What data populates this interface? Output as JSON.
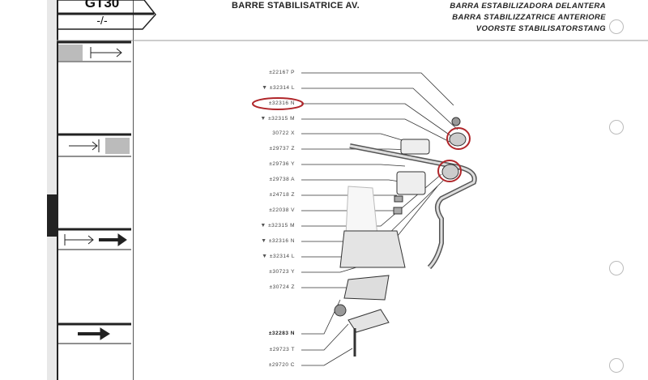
{
  "header": {
    "model": "GT30",
    "sheet": "-/-",
    "title_fr": "BARRE STABILISATRICE AV.",
    "title_es": "BARRA ESTABILIZADORA DELANTERA",
    "title_it": "BARRA STABILIZZATRICE ANTERIORE",
    "title_nl": "VOORSTE STABILISATORSTANG"
  },
  "parts": [
    {
      "ref": "±22167",
      "code": "P",
      "marker": ""
    },
    {
      "ref": "±32314",
      "code": "L",
      "marker": "▼"
    },
    {
      "ref": "±32316",
      "code": "N",
      "marker": "",
      "circled": true
    },
    {
      "ref": "±32315",
      "code": "M",
      "marker": "▼"
    },
    {
      "ref": "30722",
      "code": "X",
      "marker": ""
    },
    {
      "ref": "±29737",
      "code": "Z",
      "marker": ""
    },
    {
      "ref": "±29736",
      "code": "Y",
      "marker": ""
    },
    {
      "ref": "±29738",
      "code": "A",
      "marker": ""
    },
    {
      "ref": "±24718",
      "code": "Z",
      "marker": ""
    },
    {
      "ref": "±22038",
      "code": "V",
      "marker": ""
    },
    {
      "ref": "±32315",
      "code": "M",
      "marker": "▼"
    },
    {
      "ref": "±32316",
      "code": "N",
      "marker": "▼"
    },
    {
      "ref": "±32314",
      "code": "L",
      "marker": "▼"
    },
    {
      "ref": "±30723",
      "code": "Y",
      "marker": ""
    },
    {
      "ref": "±30724",
      "code": "Z",
      "marker": ""
    },
    {
      "ref": "±32283",
      "code": "N",
      "marker": ""
    },
    {
      "ref": "±29723",
      "code": "T",
      "marker": ""
    },
    {
      "ref": "±29720",
      "code": "C",
      "marker": ""
    }
  ],
  "colors": {
    "highlight": "#b0262a",
    "ink": "#222222"
  }
}
